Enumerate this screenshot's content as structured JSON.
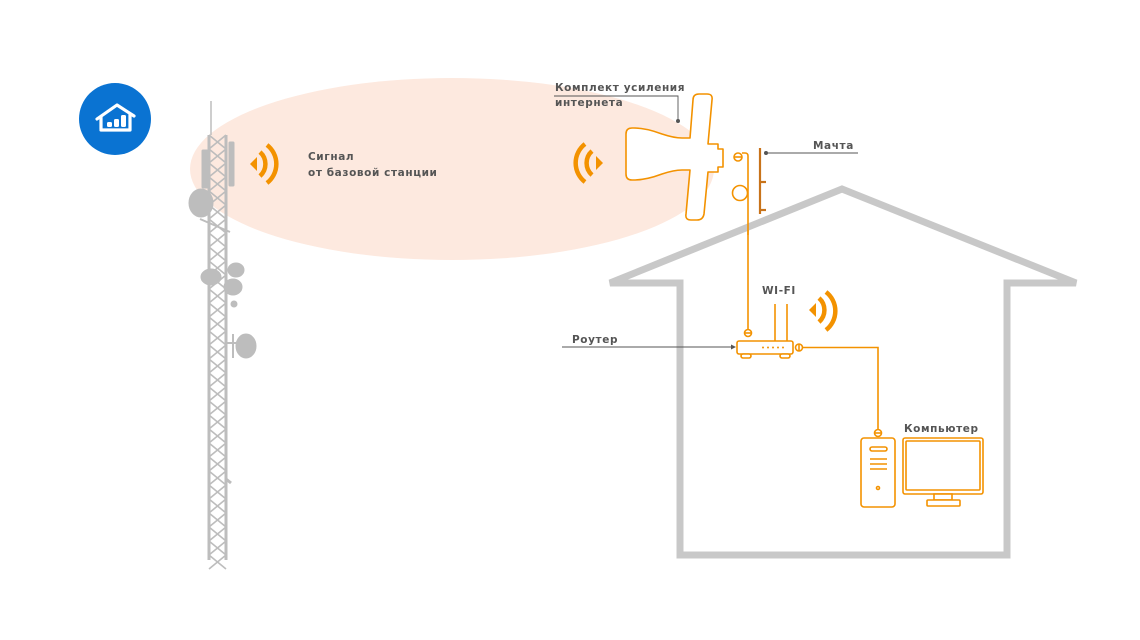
{
  "colors": {
    "accent": "#f39200",
    "mast": "#c8731a",
    "house": "#c8c8c8",
    "tower": "#bdbdbd",
    "signal_zone": "#fde9df",
    "label": "#555555",
    "leader": "#555555",
    "badge": "#0a73d2"
  },
  "badge": {
    "icon": "home-signal-icon"
  },
  "labels": {
    "tower_signal_line1": "Сигнал",
    "tower_signal_line2": "от базовой станции",
    "kit_line1": "Комплект усиления",
    "kit_line2": "интернета",
    "mast": "Мачта",
    "wifi": "WI-FI",
    "router": "Роутер",
    "computer": "Компьютер"
  },
  "components": [
    {
      "id": "base-station",
      "icon": "cell-tower-icon"
    },
    {
      "id": "antenna-kit",
      "icon": "antenna-icon"
    },
    {
      "id": "mast",
      "icon": "mast-icon"
    },
    {
      "id": "router",
      "icon": "router-icon"
    },
    {
      "id": "computer",
      "icon": "desktop-computer-icon"
    }
  ]
}
